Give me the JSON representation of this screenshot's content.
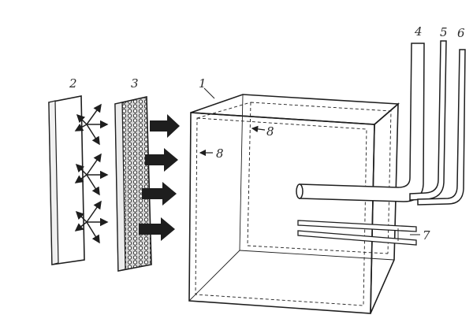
{
  "labels": {
    "n1": "1",
    "n2": "2",
    "n3": "3",
    "n4": "4",
    "n5": "5",
    "n6": "6",
    "n7": "7",
    "n8_front": "8",
    "n8_back": "8"
  },
  "colors": {
    "ink": "#1e1e1e",
    "paper": "#ffffff",
    "grid_fill": "#dcdcdc"
  }
}
